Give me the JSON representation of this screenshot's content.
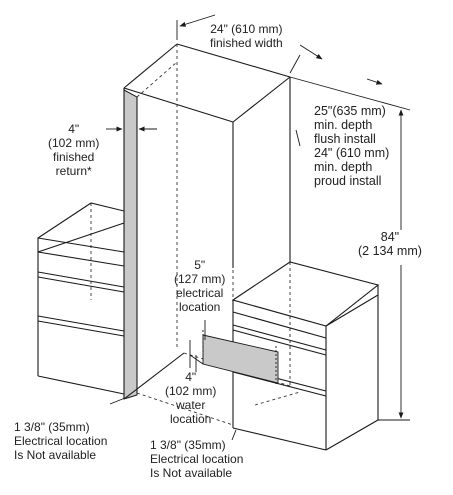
{
  "labels": {
    "finished_width": [
      "24\" (610 mm)",
      "finished width"
    ],
    "finished_return": [
      "4\"",
      "(102 mm)",
      "finished",
      "return*"
    ],
    "depth": [
      "25\"(635 mm)",
      "min. depth",
      "flush install",
      "24\" (610 mm)",
      "min. depth",
      "proud install"
    ],
    "height": [
      "84\"",
      "(2 134 mm)"
    ],
    "electrical": [
      "5\"",
      "(127 mm)",
      "electrical",
      "location"
    ],
    "water": [
      "4\"",
      "(102 mm)",
      "water",
      "location"
    ],
    "left_note": [
      "1 3/8\" (35mm)",
      "Electrical location",
      "Is Not available"
    ],
    "bottom_note": [
      "1 3/8\" (35mm)",
      "Electrical location",
      "Is Not available"
    ]
  },
  "colors": {
    "line": "#1a1a1a",
    "dashed": "#333333",
    "shade": "#c9c9c9"
  }
}
